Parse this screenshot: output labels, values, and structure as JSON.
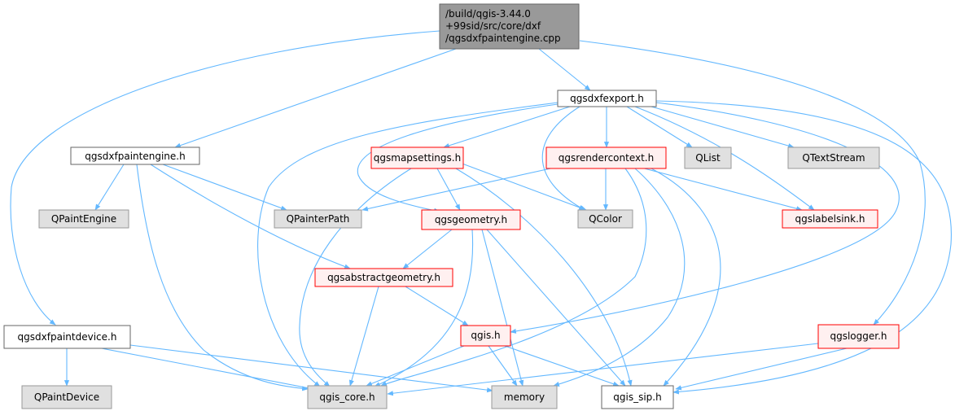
{
  "colors": {
    "edge": "#63b8ff",
    "root_fill": "#999999",
    "root_border": "#666666",
    "documented_fill": "#ffffff",
    "documented_border": "#666666",
    "undocumented_fill": "#fff0f0",
    "undocumented_border": "#ff0000",
    "external_fill": "#e0e0e0",
    "external_border": "#999999"
  },
  "nodes": {
    "root": {
      "lines": [
        "/build/qgis-3.44.0",
        "+99sid/src/core/dxf",
        "/qgsdxfpaintengine.cpp"
      ]
    },
    "qgsdxfexport": {
      "label": "qgsdxfexport.h"
    },
    "qgsdxfpaintengine": {
      "label": "qgsdxfpaintengine.h"
    },
    "qgsmapsettings": {
      "label": "qgsmapsettings.h"
    },
    "qgsrendercontext": {
      "label": "qgsrendercontext.h"
    },
    "qlist": {
      "label": "QList"
    },
    "qtextstream": {
      "label": "QTextStream"
    },
    "qpaintengine": {
      "label": "QPaintEngine"
    },
    "qpainterpath": {
      "label": "QPainterPath"
    },
    "qgsgeometry": {
      "label": "qgsgeometry.h"
    },
    "qcolor": {
      "label": "QColor"
    },
    "qgslabelsink": {
      "label": "qgslabelsink.h"
    },
    "qgsabstractgeometry": {
      "label": "qgsabstractgeometry.h"
    },
    "qgsdxfpaintdevice": {
      "label": "qgsdxfpaintdevice.h"
    },
    "qgis": {
      "label": "qgis.h"
    },
    "qgslogger": {
      "label": "qgslogger.h"
    },
    "qpaintdevice": {
      "label": "QPaintDevice"
    },
    "qgis_core": {
      "label": "qgis_core.h"
    },
    "memory": {
      "label": "memory"
    },
    "qgis_sip": {
      "label": "qgis_sip.h"
    }
  }
}
